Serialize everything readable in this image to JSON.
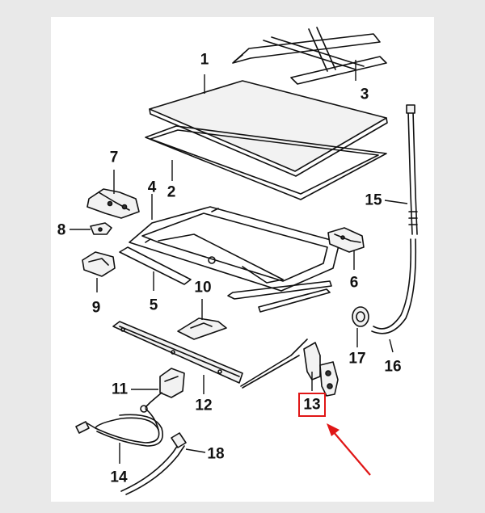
{
  "diagram": {
    "callouts": [
      {
        "id": "1",
        "label": "1"
      },
      {
        "id": "2",
        "label": "2"
      },
      {
        "id": "3",
        "label": "3"
      },
      {
        "id": "4",
        "label": "4"
      },
      {
        "id": "5",
        "label": "5"
      },
      {
        "id": "6",
        "label": "6"
      },
      {
        "id": "7",
        "label": "7"
      },
      {
        "id": "8",
        "label": "8"
      },
      {
        "id": "9",
        "label": "9"
      },
      {
        "id": "10",
        "label": "10"
      },
      {
        "id": "11",
        "label": "11"
      },
      {
        "id": "12",
        "label": "12"
      },
      {
        "id": "13",
        "label": "13",
        "highlighted": true
      },
      {
        "id": "14",
        "label": "14"
      },
      {
        "id": "15",
        "label": "15"
      },
      {
        "id": "16",
        "label": "16"
      },
      {
        "id": "17",
        "label": "17"
      },
      {
        "id": "18",
        "label": "18"
      }
    ],
    "colors": {
      "background": "#e9e9e9",
      "sheet": "#ffffff",
      "line": "#111111",
      "highlight": "#e01616"
    }
  }
}
